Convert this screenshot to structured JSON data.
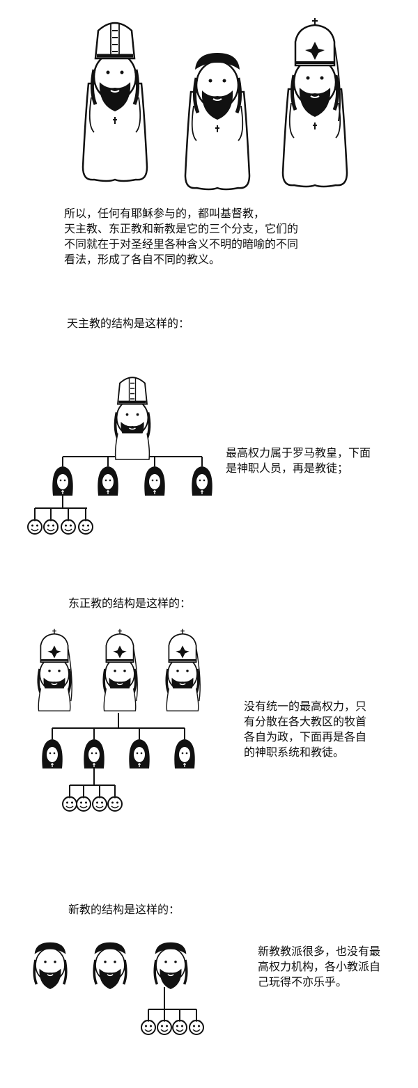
{
  "intro": {
    "text": "所以，任何有耶稣参与的，都叫基督教，\n天主教、东正教和新教是它的三个分支，它们的\n不同就在于对圣经里各种含义不明的暗喻的不同\n看法，形成了各自不同的教义。"
  },
  "catholic": {
    "heading": "天主教的结构是这样的：",
    "desc": "最高权力属于罗马教皇，下面\n是神职人员，再是教徒；"
  },
  "orthodox": {
    "heading": "东正教的结构是这样的：",
    "desc": "没有统一的最高权力，只\n有分散在各大教区的牧首\n各自为政，下面再是各自\n的神职系统和教徒。"
  },
  "protestant": {
    "heading": "新教的结构是这样的：",
    "desc": "新教教派很多，也没有最\n高权力机构，各小教派自\n己玩得不亦乐乎。"
  },
  "icons": [
    "pope-icon",
    "patriarch-icon",
    "priest-icon",
    "nun-icon",
    "believer-icon"
  ],
  "colors": {
    "ink": "#111111",
    "paper": "#ffffff"
  }
}
